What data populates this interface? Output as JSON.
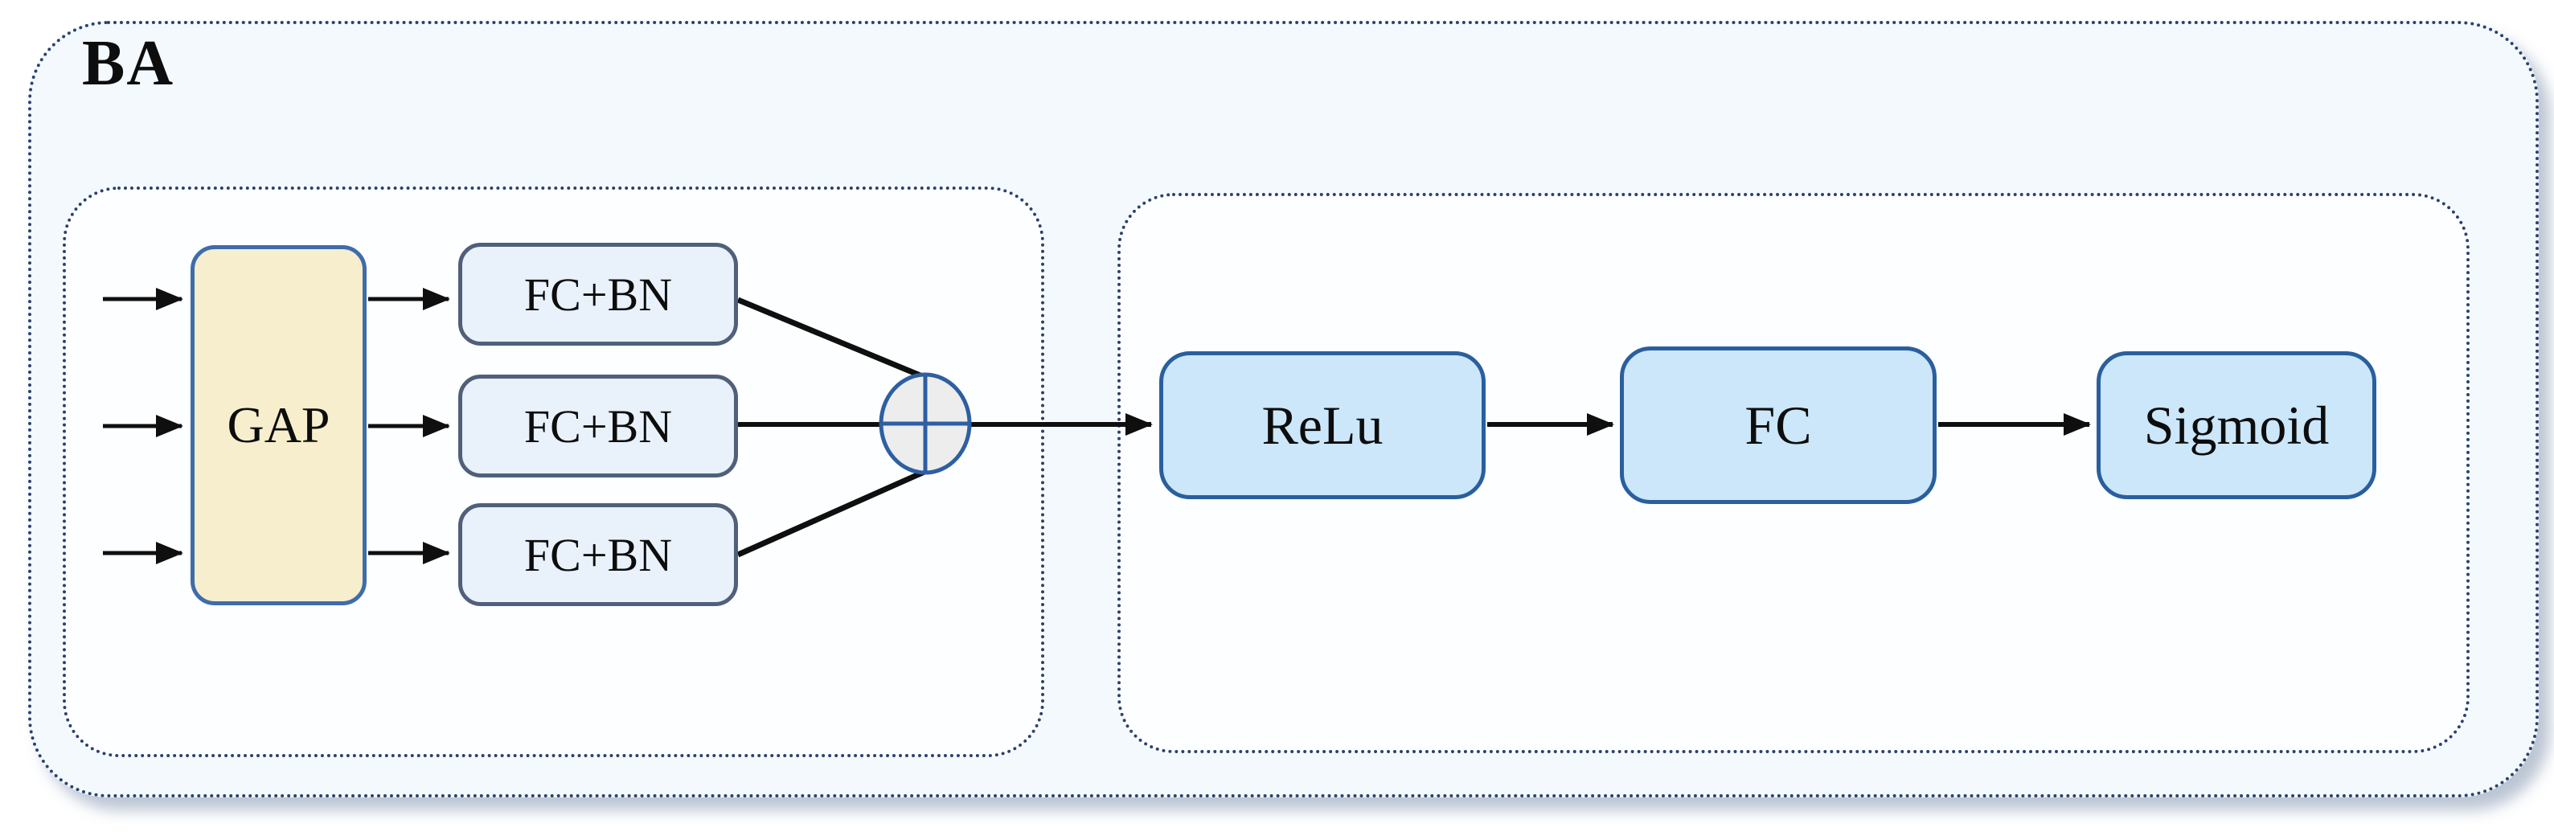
{
  "diagram": {
    "title": "BA",
    "left_group": {
      "input_arrow_count": 3,
      "gap_block": {
        "label": "GAP"
      },
      "fc_bn_blocks": [
        {
          "label": "FC+BN"
        },
        {
          "label": "FC+BN"
        },
        {
          "label": "FC+BN"
        }
      ],
      "merge_icon": "circled-plus"
    },
    "right_group": {
      "blocks": [
        {
          "label": "ReLu"
        },
        {
          "label": "FC"
        },
        {
          "label": "Sigmoid"
        }
      ]
    },
    "colors": {
      "outer_fill": "#f3f9fc",
      "inner_fill": "#fdfeff",
      "dotted_border": "#2a4170",
      "gap_fill": "#f7eecd",
      "gap_border": "#3f6cab",
      "fcbn_fill": "#e9f1fa",
      "fcbn_border": "#50607a",
      "activation_fill": "#cbe7f9",
      "activation_border": "#2a5f9e",
      "merge_circle_fill": "#ededed",
      "merge_circle_stroke": "#2d5fa2",
      "arrow": "#0f0f0f"
    }
  }
}
